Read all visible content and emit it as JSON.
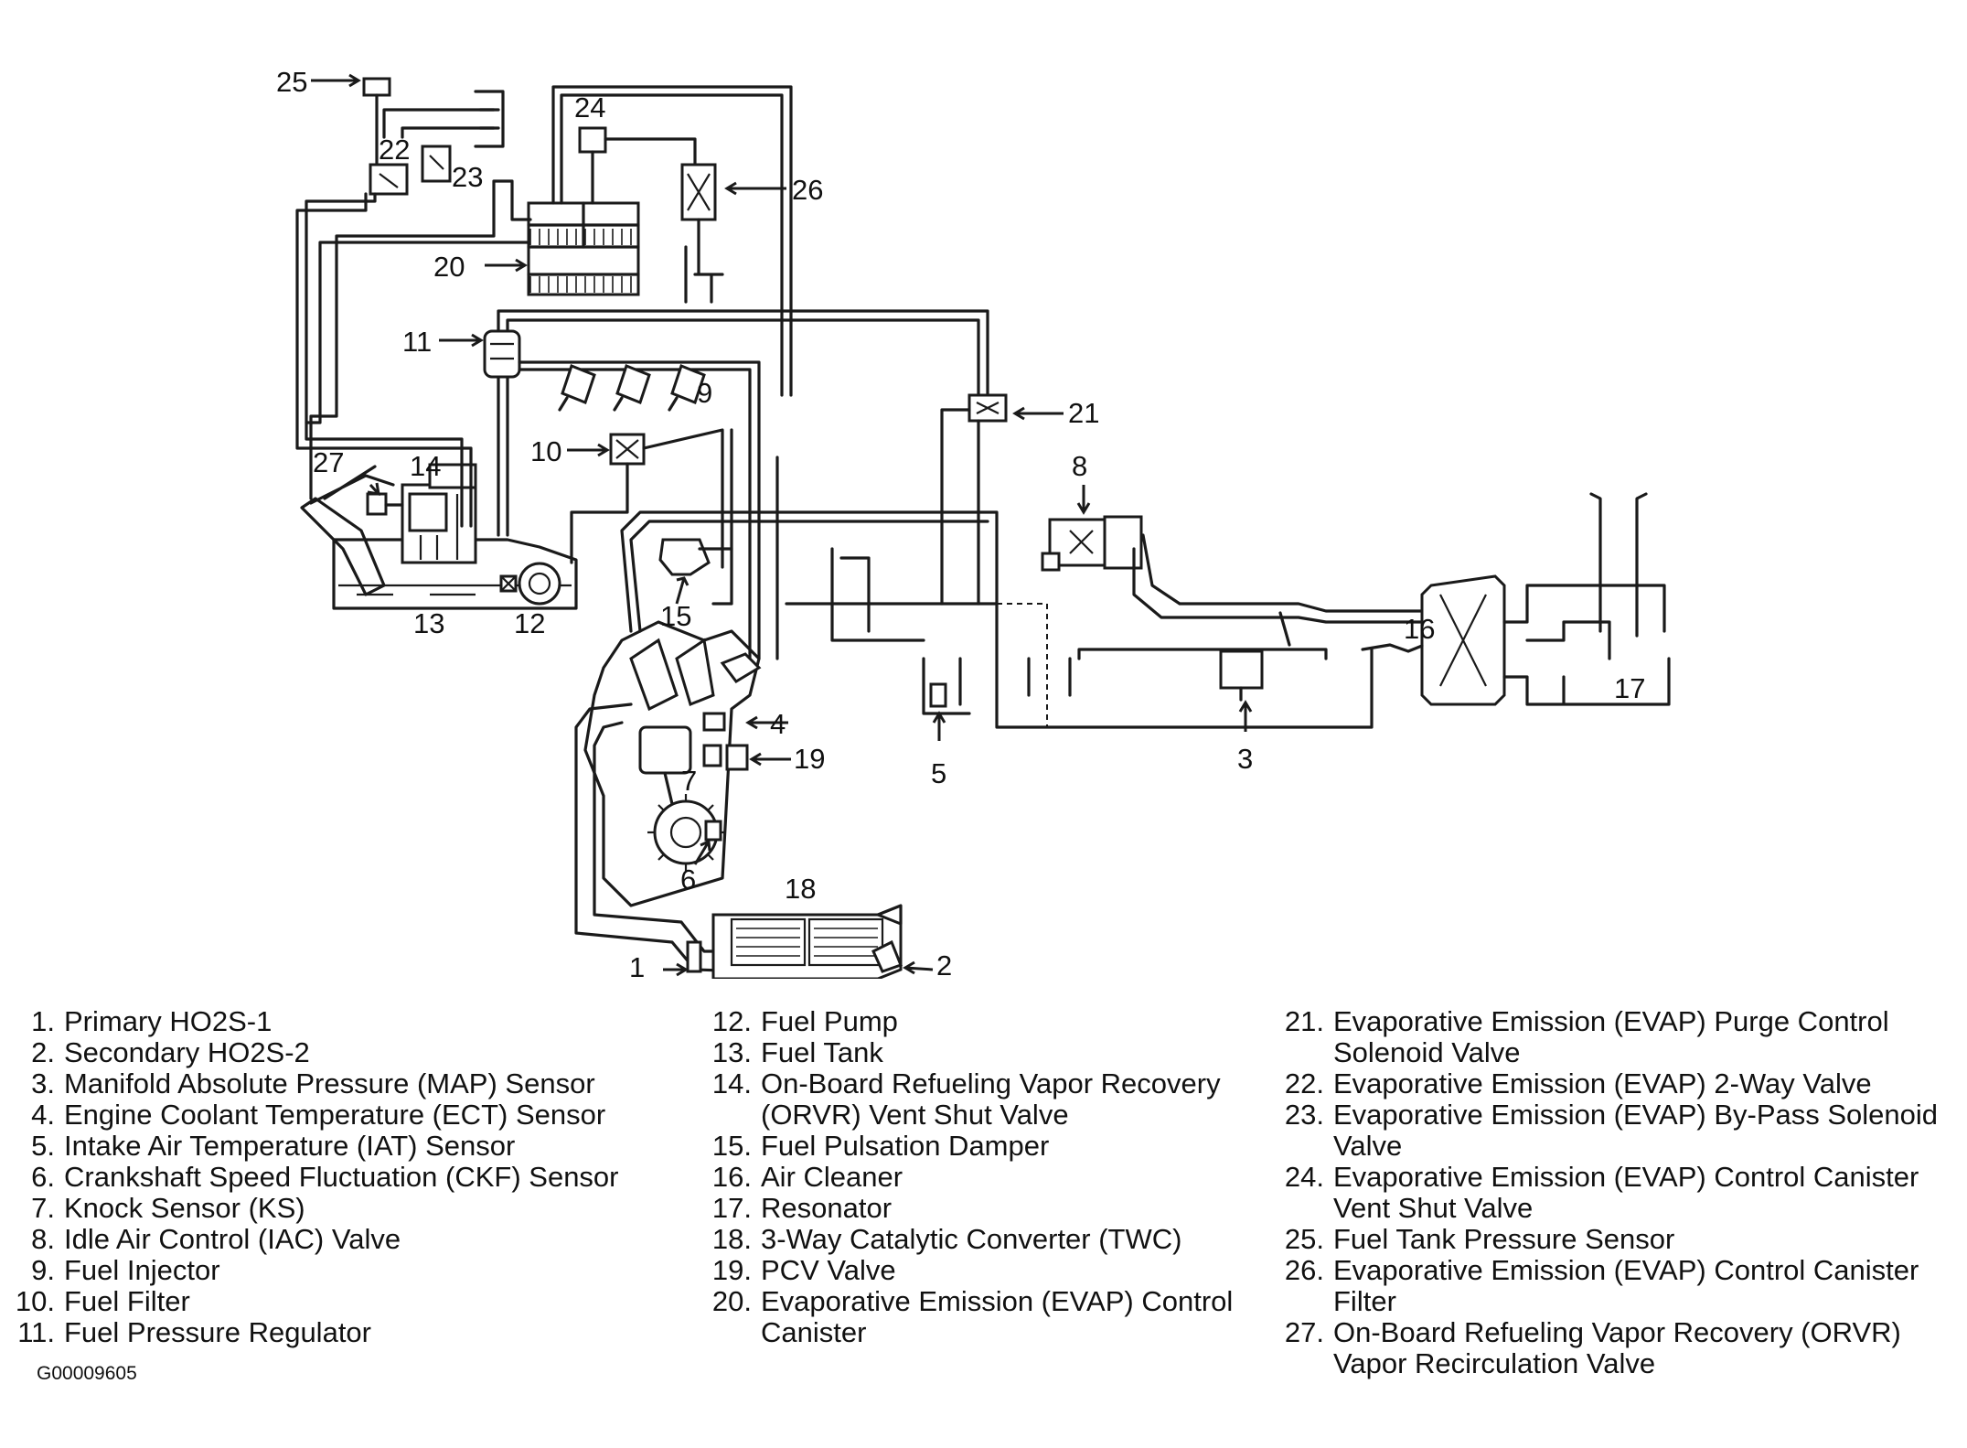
{
  "diagram": {
    "callouts": [
      "1",
      "2",
      "3",
      "4",
      "5",
      "6",
      "7",
      "8",
      "9",
      "10",
      "11",
      "12",
      "13",
      "14",
      "15",
      "16",
      "17",
      "18",
      "19",
      "20",
      "21",
      "22",
      "23",
      "24",
      "25",
      "26",
      "27"
    ]
  },
  "legend": [
    {
      "num": "1.",
      "text": "Primary HO2S-1"
    },
    {
      "num": "2.",
      "text": "Secondary HO2S-2"
    },
    {
      "num": "3.",
      "text": "Manifold Absolute Pressure (MAP) Sensor"
    },
    {
      "num": "4.",
      "text": "Engine Coolant Temperature (ECT) Sensor"
    },
    {
      "num": "5.",
      "text": "Intake Air Temperature (IAT) Sensor"
    },
    {
      "num": "6.",
      "text": "Crankshaft Speed Fluctuation (CKF) Sensor"
    },
    {
      "num": "7.",
      "text": "Knock Sensor (KS)"
    },
    {
      "num": "8.",
      "text": "Idle Air Control (IAC) Valve"
    },
    {
      "num": "9.",
      "text": "Fuel Injector"
    },
    {
      "num": "10.",
      "text": "Fuel Filter"
    },
    {
      "num": "11.",
      "text": "Fuel Pressure Regulator"
    },
    {
      "num": "12.",
      "text": "Fuel Pump"
    },
    {
      "num": "13.",
      "text": "Fuel Tank"
    },
    {
      "num": "14.",
      "text": "On-Board Refueling Vapor Recovery (ORVR) Vent Shut Valve"
    },
    {
      "num": "15.",
      "text": "Fuel Pulsation Damper"
    },
    {
      "num": "16.",
      "text": "Air Cleaner"
    },
    {
      "num": "17.",
      "text": "Resonator"
    },
    {
      "num": "18.",
      "text": "3-Way Catalytic Converter (TWC)"
    },
    {
      "num": "19.",
      "text": "PCV Valve"
    },
    {
      "num": "20.",
      "text": "Evaporative Emission (EVAP) Control Canister"
    },
    {
      "num": "21.",
      "text": "Evaporative Emission (EVAP) Purge Control Solenoid Valve"
    },
    {
      "num": "22.",
      "text": "Evaporative Emission (EVAP) 2-Way Valve"
    },
    {
      "num": "23.",
      "text": "Evaporative Emission (EVAP) By-Pass Solenoid Valve"
    },
    {
      "num": "24.",
      "text": "Evaporative Emission (EVAP) Control Canister Vent Shut Valve"
    },
    {
      "num": "25.",
      "text": "Fuel Tank Pressure Sensor"
    },
    {
      "num": "26.",
      "text": "Evaporative Emission (EVAP) Control Canister Filter"
    },
    {
      "num": "27.",
      "text": "On-Board Refueling Vapor Recovery (ORVR) Vapor Recirculation Valve"
    }
  ],
  "figure_code": "G00009605"
}
